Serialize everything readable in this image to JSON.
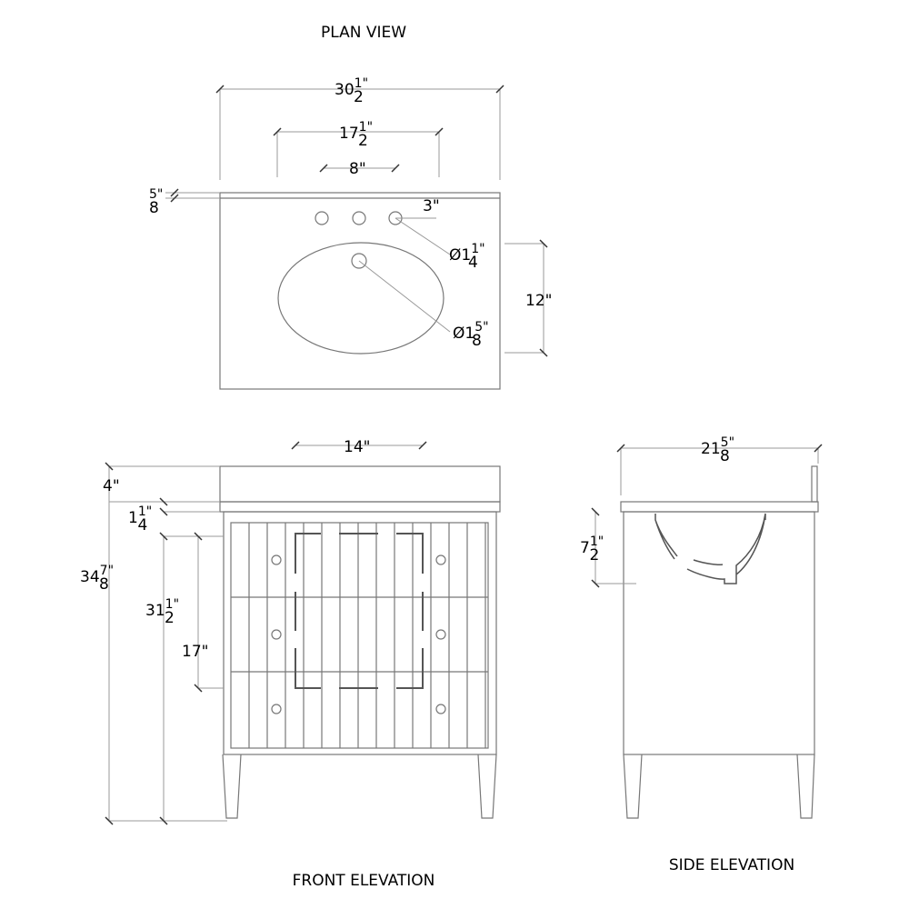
{
  "titles": {
    "plan": "PLAN VIEW",
    "front": "FRONT ELEVATION",
    "side": "SIDE ELEVATION"
  },
  "dimensions": {
    "overall_width": {
      "prefix": "",
      "whole": "30",
      "num": "1",
      "den": "2",
      "unit": "\""
    },
    "faucet_spread_outer": {
      "prefix": "",
      "whole": "17",
      "num": "1",
      "den": "2",
      "unit": "\""
    },
    "faucet_spread": {
      "prefix": "",
      "whole": "8",
      "num": "",
      "den": "",
      "unit": "\""
    },
    "top_edge": {
      "prefix": "",
      "whole": "",
      "num": "5",
      "den": "8",
      "unit": "\""
    },
    "hole_offset": {
      "prefix": "",
      "whole": "3",
      "num": "",
      "den": "",
      "unit": "\""
    },
    "faucet_hole": {
      "prefix": "Ø",
      "whole": "1",
      "num": "1",
      "den": "4",
      "unit": "\""
    },
    "drain_hole": {
      "prefix": "Ø",
      "whole": "1",
      "num": "5",
      "den": "8",
      "unit": "\""
    },
    "basin_depth": {
      "prefix": "",
      "whole": "12",
      "num": "",
      "den": "",
      "unit": "\""
    },
    "basin_width": {
      "prefix": "",
      "whole": "14",
      "num": "",
      "den": "",
      "unit": "\""
    },
    "backsplash": {
      "prefix": "",
      "whole": "4",
      "num": "",
      "den": "",
      "unit": "\""
    },
    "counter_thickness": {
      "prefix": "",
      "whole": "1",
      "num": "1",
      "den": "4",
      "unit": "\""
    },
    "overall_height": {
      "prefix": "",
      "whole": "34",
      "num": "7",
      "den": "8",
      "unit": "\""
    },
    "cabinet_height": {
      "prefix": "",
      "whole": "31",
      "num": "1",
      "den": "2",
      "unit": "\""
    },
    "drawer_height": {
      "prefix": "",
      "whole": "17",
      "num": "",
      "den": "",
      "unit": "\""
    },
    "overall_depth": {
      "prefix": "",
      "whole": "21",
      "num": "5",
      "den": "8",
      "unit": "\""
    },
    "sink_depth": {
      "prefix": "",
      "whole": "7",
      "num": "1",
      "den": "2",
      "unit": "\""
    }
  }
}
